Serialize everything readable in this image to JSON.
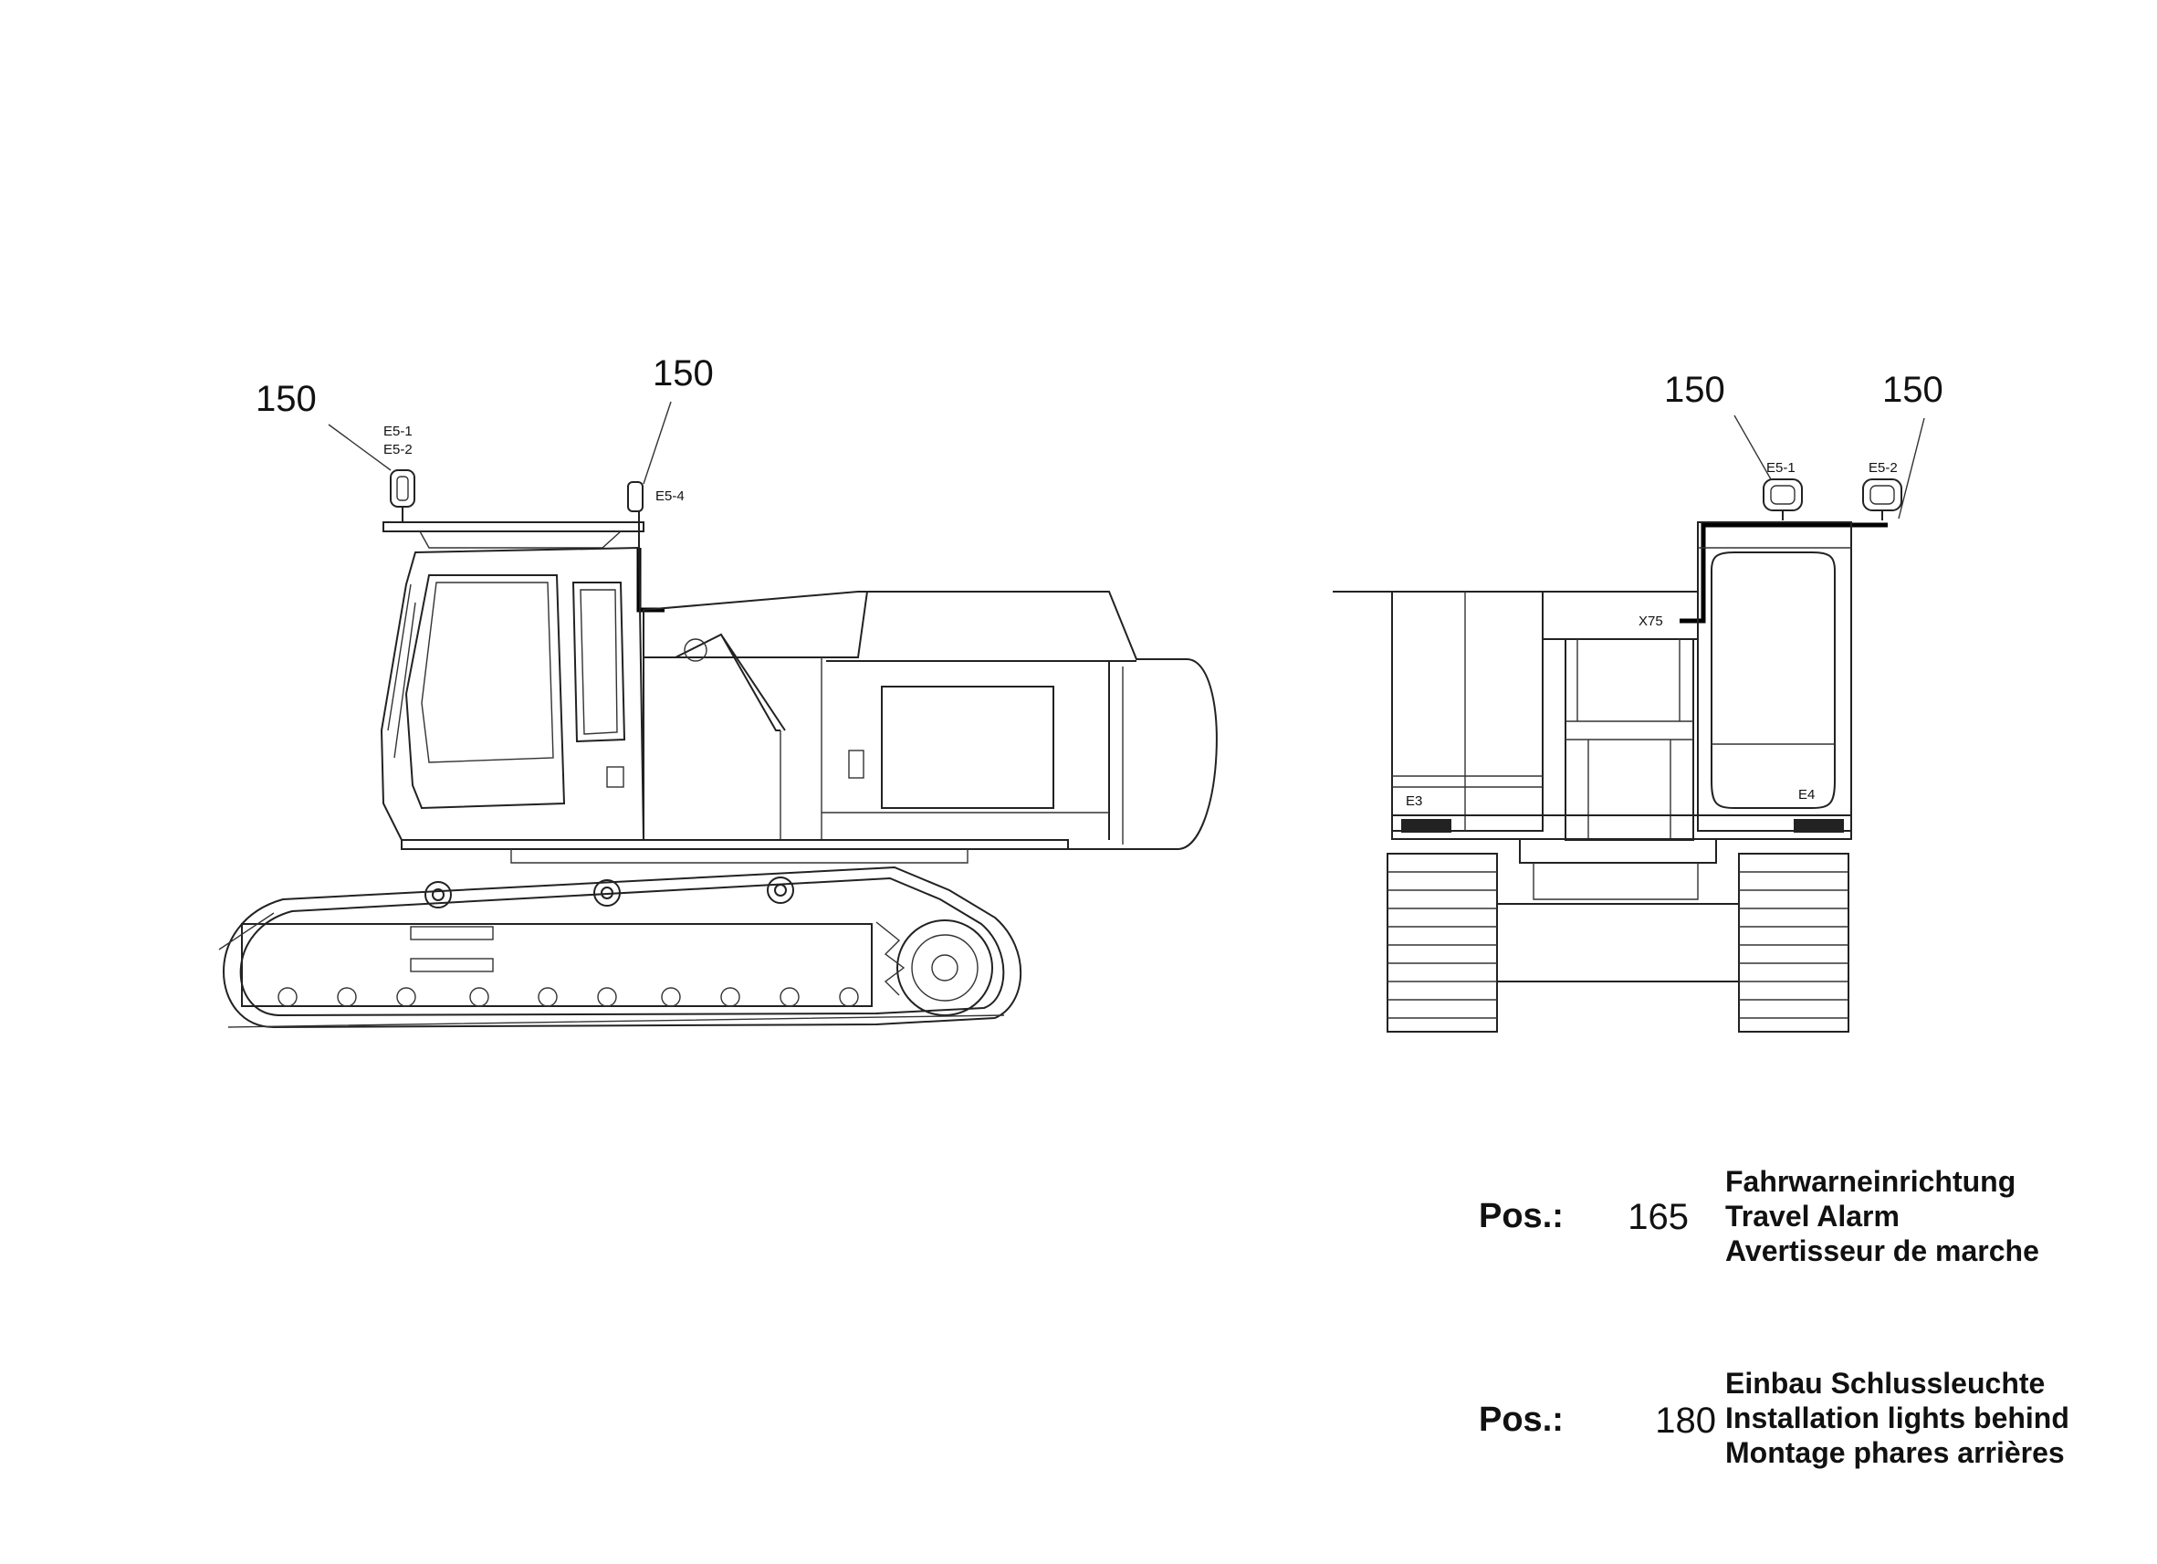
{
  "side_view": {
    "callouts": [
      "150",
      "150"
    ],
    "tags": [
      "E5-1",
      "E5-2",
      "E5-4"
    ]
  },
  "rear_view": {
    "callouts": [
      "150",
      "150"
    ],
    "tags": [
      "E5-1",
      "E5-2",
      "X75",
      "E3",
      "E4"
    ]
  },
  "legend": [
    {
      "label": "Pos.:",
      "number": "165",
      "lines": [
        "Fahrwarneinrichtung",
        "Travel Alarm",
        "Avertisseur de marche"
      ]
    },
    {
      "label": "Pos.:",
      "number": "180",
      "lines": [
        "Einbau Schlussleuchte",
        "Installation lights behind",
        "Montage phares arrières"
      ]
    }
  ]
}
